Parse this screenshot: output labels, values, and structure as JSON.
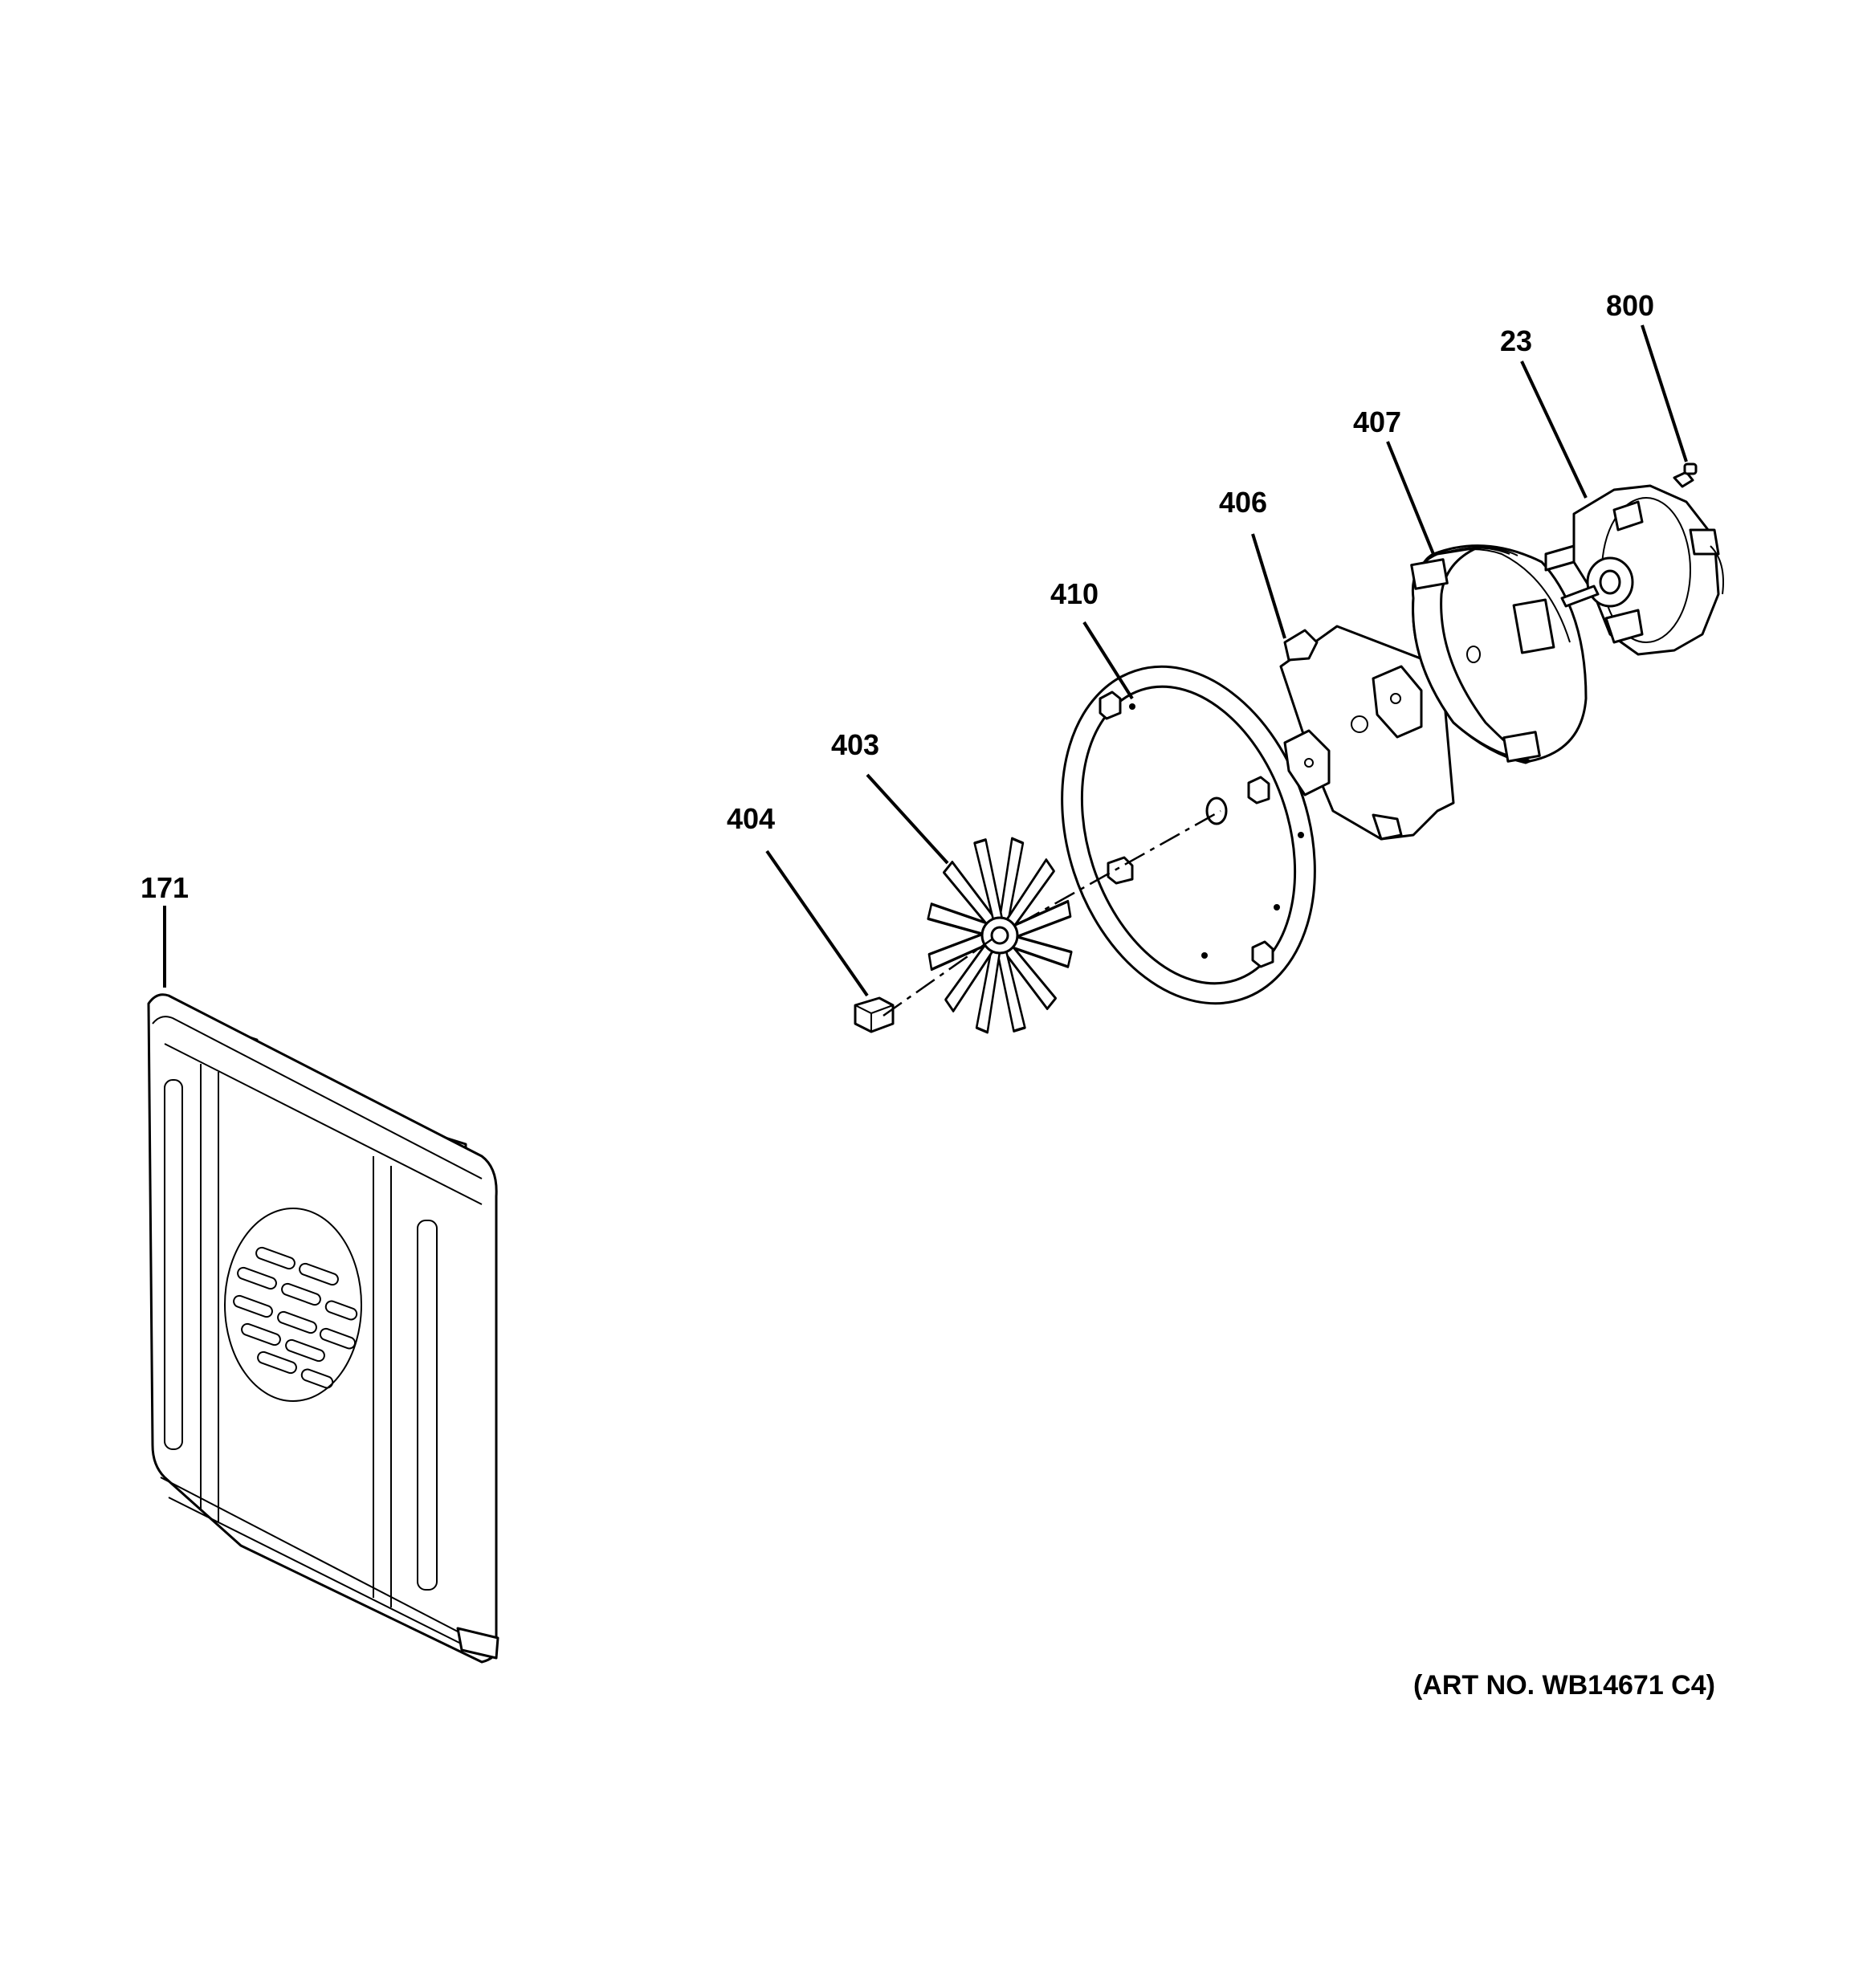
{
  "diagram": {
    "art_number": "(ART NO. WB14671 C4)",
    "callouts": [
      {
        "id": "171",
        "part": "cover"
      },
      {
        "id": "404",
        "part": "nut"
      },
      {
        "id": "403",
        "part": "fan-blade"
      },
      {
        "id": "410",
        "part": "gasket-ring"
      },
      {
        "id": "406",
        "part": "bracket-plate"
      },
      {
        "id": "407",
        "part": "insulation-disc"
      },
      {
        "id": "23",
        "part": "motor"
      },
      {
        "id": "800",
        "part": "screw"
      }
    ]
  }
}
